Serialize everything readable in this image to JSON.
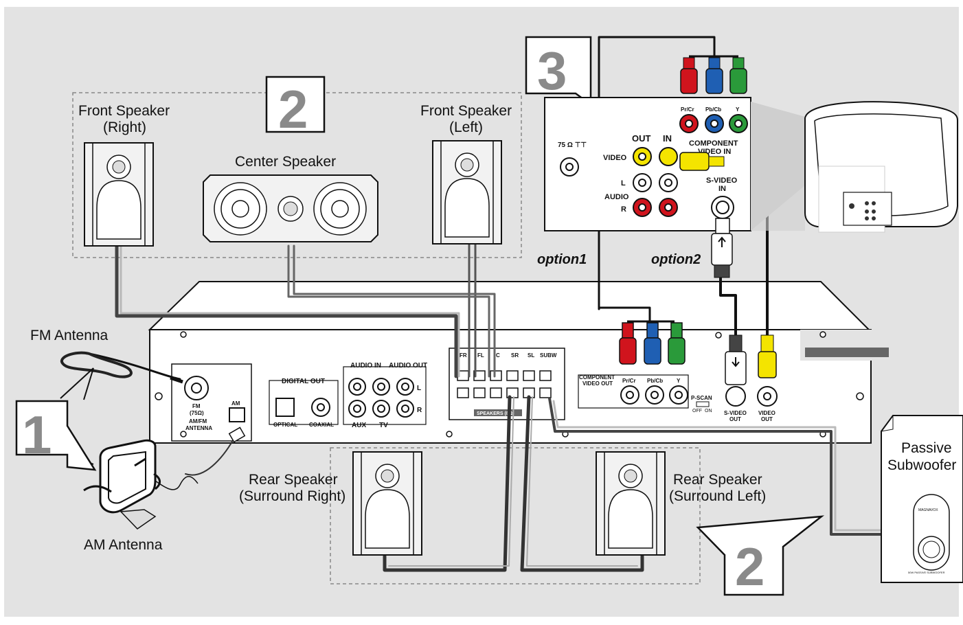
{
  "steps": {
    "step1": "1",
    "step2_top": "2",
    "step2_bottom": "2",
    "step3": "3"
  },
  "speakers": {
    "front_right": [
      "Front Speaker",
      "(Right)"
    ],
    "front_left": [
      "Front Speaker",
      "(Left)"
    ],
    "center": "Center Speaker",
    "rear_right": [
      "Rear Speaker",
      "(Surround Right)"
    ],
    "rear_left": [
      "Rear Speaker",
      "(Surround Left)"
    ],
    "subwoofer": [
      "Passive",
      "Subwoofer"
    ],
    "subwoofer_brand": "MAGNAVOX",
    "subwoofer_caption": "50W PASSIVE SUBWOOFER"
  },
  "antennas": {
    "fm": "FM Antenna",
    "am": "AM Antenna"
  },
  "options": {
    "option1": "option1",
    "option2": "option2"
  },
  "tv_panel": {
    "antenna_in": "75 Ω ⊤⊤",
    "out": "OUT",
    "in": "IN",
    "video": "VIDEO",
    "audio": "AUDIO",
    "l": "L",
    "r": "R",
    "component_line1": "COMPONENT",
    "component_line2": "VIDEO IN",
    "svideo_line1": "S-VIDEO",
    "svideo_line2": "IN",
    "pr": "Pr/Cr",
    "pb": "Pb/Cb",
    "y": "Y"
  },
  "receiver": {
    "fm": "FM",
    "fm_ohm": "(75Ω)",
    "am": "AM",
    "amfm_line1": "AM/FM",
    "amfm_line2": "ANTENNA",
    "digital_out": "DIGITAL OUT",
    "optical": "OPTICAL",
    "coaxial": "COAXIAL",
    "audio_in": "AUDIO IN",
    "audio_out": "AUDIO OUT",
    "aux": "AUX",
    "tv": "TV",
    "l": "L",
    "r": "R",
    "spk_fr": "FR",
    "spk_fl": "FL",
    "spk_c": "C",
    "spk_sr": "SR",
    "spk_sl": "SL",
    "spk_subw": "SUBW",
    "speakers_ohm": "SPEAKERS (8Ω)",
    "component_line1": "COMPONENT",
    "component_line2": "VIDEO OUT",
    "pr": "Pr/Cr",
    "pb": "Pb/Cb",
    "y": "Y",
    "pscan": "P-SCAN",
    "off": "OFF",
    "on": "ON",
    "svideo_line1": "S-VIDEO",
    "svideo_line2": "OUT",
    "video_line1": "VIDEO",
    "video_line2": "OUT"
  },
  "colors": {
    "background": "#e3e3e3",
    "red": "#d0141d",
    "blue": "#1f5fb3",
    "green": "#2a9a3a",
    "yellow": "#f4e400",
    "cable_gray": "#b8b8b8"
  }
}
